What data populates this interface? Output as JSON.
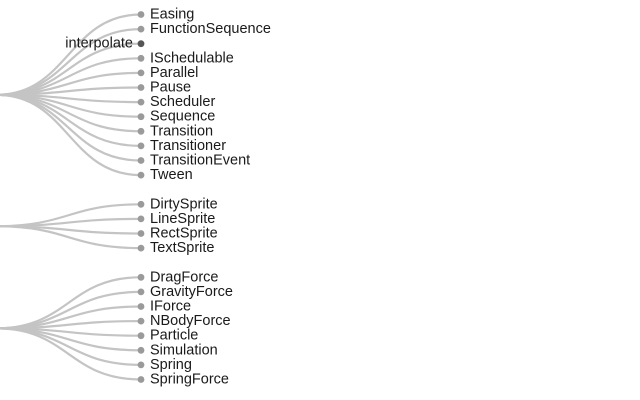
{
  "tree": {
    "groups": [
      {
        "items": [
          {
            "label": "Easing",
            "type": "leaf"
          },
          {
            "label": "FunctionSequence",
            "type": "leaf"
          },
          {
            "label": "interpolate",
            "type": "internal"
          },
          {
            "label": "ISchedulable",
            "type": "leaf"
          },
          {
            "label": "Parallel",
            "type": "leaf"
          },
          {
            "label": "Pause",
            "type": "leaf"
          },
          {
            "label": "Scheduler",
            "type": "leaf"
          },
          {
            "label": "Sequence",
            "type": "leaf"
          },
          {
            "label": "Transition",
            "type": "leaf"
          },
          {
            "label": "Transitioner",
            "type": "leaf"
          },
          {
            "label": "TransitionEvent",
            "type": "leaf"
          },
          {
            "label": "Tween",
            "type": "leaf"
          }
        ]
      },
      {
        "items": [
          {
            "label": "DirtySprite",
            "type": "leaf"
          },
          {
            "label": "LineSprite",
            "type": "leaf"
          },
          {
            "label": "RectSprite",
            "type": "leaf"
          },
          {
            "label": "TextSprite",
            "type": "leaf"
          }
        ]
      },
      {
        "items": [
          {
            "label": "DragForce",
            "type": "leaf"
          },
          {
            "label": "GravityForce",
            "type": "leaf"
          },
          {
            "label": "IForce",
            "type": "leaf"
          },
          {
            "label": "NBodyForce",
            "type": "leaf"
          },
          {
            "label": "Particle",
            "type": "leaf"
          },
          {
            "label": "Simulation",
            "type": "leaf"
          },
          {
            "label": "Spring",
            "type": "leaf"
          },
          {
            "label": "SpringForce",
            "type": "leaf"
          }
        ]
      }
    ],
    "colors": {
      "link": "#c4c4c4",
      "leaf_node": "#9a9a9a",
      "internal_node": "#555555",
      "text": "#1a1a1a"
    }
  }
}
